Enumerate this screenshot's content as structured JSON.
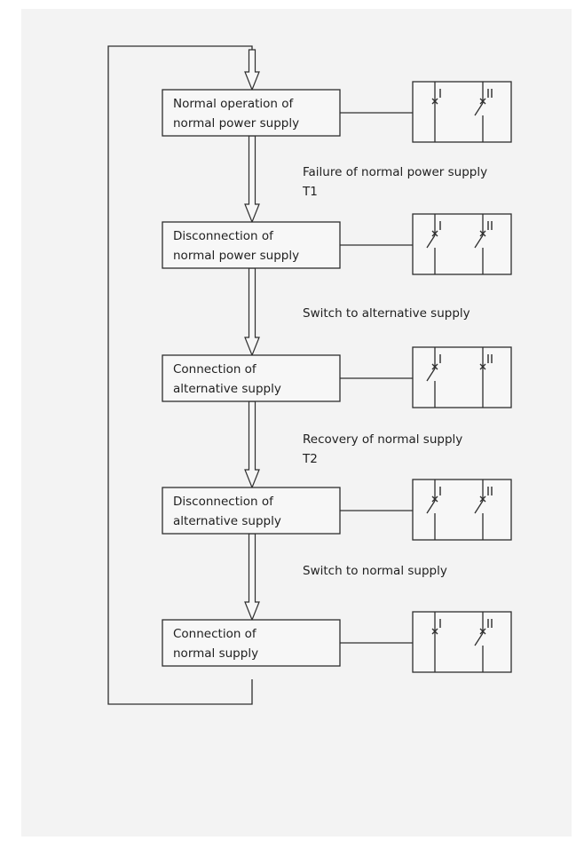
{
  "diagram": {
    "steps": [
      {
        "line1": "Normal operation of",
        "line2": "normal power supply",
        "state": [
          "closed",
          "open"
        ]
      },
      {
        "line1": "Disconnection of",
        "line2": "normal power supply",
        "state": [
          "open",
          "open"
        ]
      },
      {
        "line1": "Connection of",
        "line2": "alternative supply",
        "state": [
          "open",
          "closed"
        ]
      },
      {
        "line1": "Disconnection of",
        "line2": "alternative supply",
        "state": [
          "open",
          "open"
        ]
      },
      {
        "line1": "Connection of",
        "line2": "normal supply",
        "state": [
          "closed",
          "open"
        ]
      }
    ],
    "transitions": [
      {
        "line1": "Failure of normal power supply",
        "line2": "T1"
      },
      {
        "line1": "Switch to alternative supply",
        "line2": ""
      },
      {
        "line1": "Recovery of normal supply",
        "line2": "T2"
      },
      {
        "line1": "Switch to normal supply",
        "line2": ""
      }
    ],
    "switch_labels": [
      "I",
      "II"
    ]
  }
}
